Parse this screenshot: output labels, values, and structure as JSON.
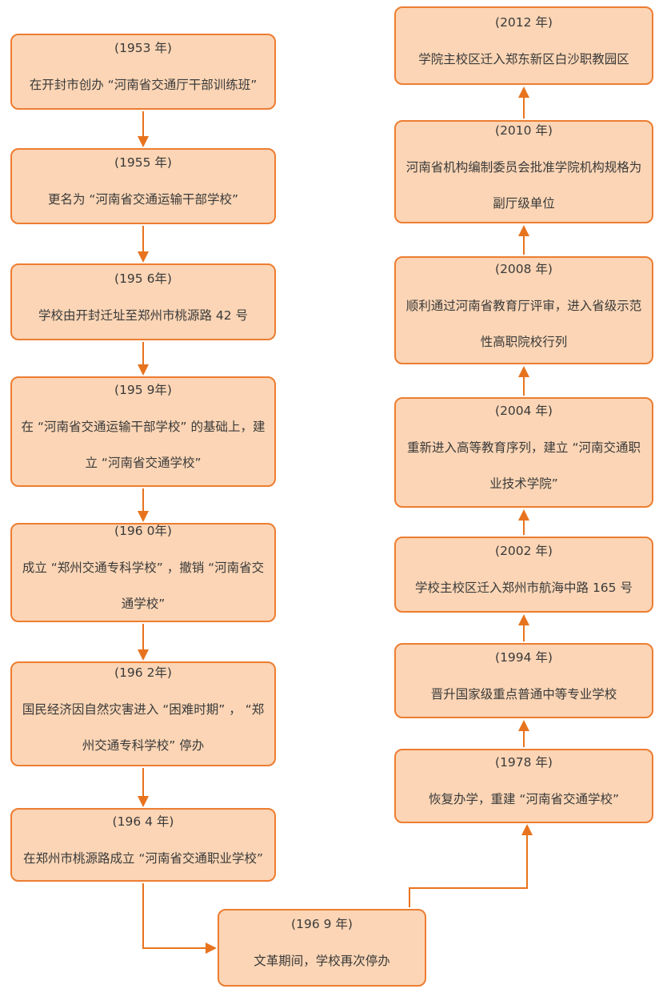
{
  "diagram": {
    "type": "timeline-flowchart",
    "colors": {
      "node_fill": "#FBD5B5",
      "node_border": "#ED7D31",
      "arrow": "#E8731E",
      "text": "#3A3A3A"
    },
    "nodes": [
      {
        "year": "(1953 年)",
        "text": "在开封市创办 “河南省交通厅干部训练班”"
      },
      {
        "year": "(1955 年)",
        "text": "更名为 “河南省交通运输干部学校”"
      },
      {
        "year": "(195 6年)",
        "text": "学校由开封迁址至郑州市桃源路 42 号"
      },
      {
        "year": "(195 9年)",
        "text": "在 “河南省交通运输干部学校” 的基础上，建立 “河南省交通学校”"
      },
      {
        "year": "(196 0年)",
        "text": "成立 “郑州交通专科学校” ，撤销 “河南省交通学校”"
      },
      {
        "year": "(196 2年)",
        "text": "国民经济因自然灾害进入 “困难时期” ， “郑州交通专科学校” 停办"
      },
      {
        "year": "(196 4 年)",
        "text": "在郑州市桃源路成立 “河南省交通职业学校”"
      },
      {
        "year": "(196 9 年)",
        "text": "文革期间，学校再次停办"
      },
      {
        "year": "(1978 年)",
        "text": "恢复办学，重建 “河南省交通学校”"
      },
      {
        "year": "(1994 年)",
        "text": "晋升国家级重点普通中等专业学校"
      },
      {
        "year": "(2002 年)",
        "text": "学校主校区迁入郑州市航海中路 165 号"
      },
      {
        "year": "(2004 年)",
        "text": "重新进入高等教育序列，建立 “河南交通职业技术学院”"
      },
      {
        "year": "(2008 年)",
        "text": "顺利通过河南省教育厅评审，进入省级示范性高职院校行列"
      },
      {
        "year": "(2010 年)",
        "text": "河南省机构编制委员会批准学院机构规格为副厅级单位"
      },
      {
        "year": "(2012 年)",
        "text": "学院主校区迁入郑东新区白沙职教园区"
      }
    ]
  }
}
